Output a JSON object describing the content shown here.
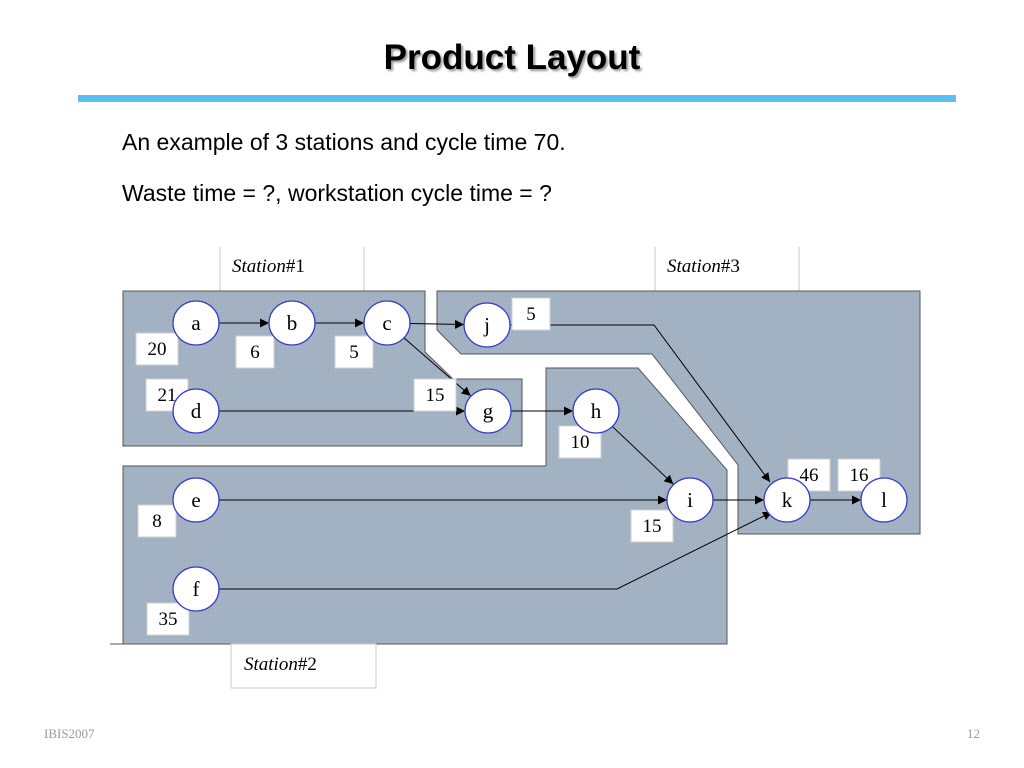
{
  "slide": {
    "title": "Product Layout",
    "line1": "An example of 3 stations and cycle time 70.",
    "line2": "Waste time = ?, workstation cycle time = ?"
  },
  "diagram": {
    "stations": [
      {
        "id": "s1",
        "label_italic": "Station",
        "label_suffix": "#1"
      },
      {
        "id": "s2",
        "label_italic": "Station",
        "label_suffix": "#2"
      },
      {
        "id": "s3",
        "label_italic": "Station",
        "label_suffix": "#3"
      }
    ],
    "nodes": [
      {
        "id": "a",
        "label": "a",
        "time": "20"
      },
      {
        "id": "b",
        "label": "b",
        "time": "6"
      },
      {
        "id": "c",
        "label": "c",
        "time": "5"
      },
      {
        "id": "j",
        "label": "j",
        "time": "5"
      },
      {
        "id": "d",
        "label": "d",
        "time": "21"
      },
      {
        "id": "g",
        "label": "g",
        "time": "15"
      },
      {
        "id": "h",
        "label": "h",
        "time": "10"
      },
      {
        "id": "e",
        "label": "e",
        "time": "8"
      },
      {
        "id": "i",
        "label": "i",
        "time": "15"
      },
      {
        "id": "k",
        "label": "k",
        "time": "46"
      },
      {
        "id": "l",
        "label": "l",
        "time": "16"
      },
      {
        "id": "f",
        "label": "f",
        "time": "35"
      }
    ],
    "edges": [
      [
        "a",
        "b"
      ],
      [
        "b",
        "c"
      ],
      [
        "c",
        "j"
      ],
      [
        "c",
        "g"
      ],
      [
        "d",
        "g"
      ],
      [
        "g",
        "h"
      ],
      [
        "h",
        "i"
      ],
      [
        "e",
        "i"
      ],
      [
        "i",
        "k"
      ],
      [
        "j",
        "k"
      ],
      [
        "f",
        "k"
      ],
      [
        "k",
        "l"
      ]
    ],
    "colors": {
      "station_fill": "#a4b3c4",
      "node_stroke": "#3a3acc"
    }
  },
  "footer": {
    "left": "IBIS2007",
    "right": "12"
  }
}
